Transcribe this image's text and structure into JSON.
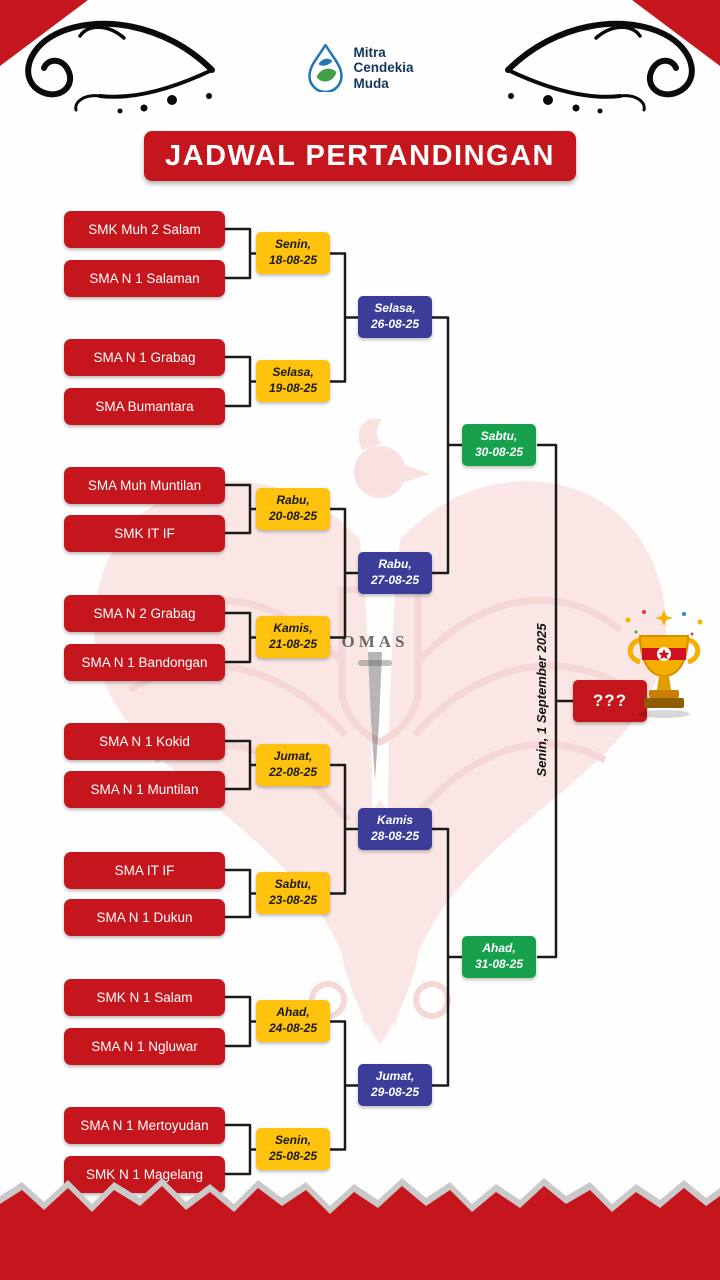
{
  "brand": {
    "logo_line1": "Mitra",
    "logo_line2": "Cendekia",
    "logo_line3": "Muda"
  },
  "title": "JADWAL PERTANDINGAN",
  "bracket": {
    "round1": [
      {
        "team1": "SMK Muh 2 Salam",
        "team2": "SMA N 1 Salaman",
        "day": "Senin,",
        "date": "18-08-25"
      },
      {
        "team1": "SMA N 1 Grabag",
        "team2": "SMA Bumantara",
        "day": "Selasa,",
        "date": "19-08-25"
      },
      {
        "team1": "SMA Muh Muntilan",
        "team2": "SMK IT IF",
        "day": "Rabu,",
        "date": "20-08-25"
      },
      {
        "team1": "SMA N 2 Grabag",
        "team2": "SMA N 1 Bandongan",
        "day": "Kamis,",
        "date": "21-08-25"
      },
      {
        "team1": "SMA N 1 Kokid",
        "team2": "SMA N 1 Muntilan",
        "day": "Jumat,",
        "date": "22-08-25"
      },
      {
        "team1": "SMA IT IF",
        "team2": "SMA N 1 Dukun",
        "day": "Sabtu,",
        "date": "23-08-25"
      },
      {
        "team1": "SMK N 1 Salam",
        "team2": "SMA N 1 Ngluwar",
        "day": "Ahad,",
        "date": "24-08-25"
      },
      {
        "team1": "SMA N 1 Mertoyudan",
        "team2": "SMK N 1 Magelang",
        "day": "Senin,",
        "date": "25-08-25"
      }
    ],
    "round2": [
      {
        "day": "Selasa,",
        "date": "26-08-25"
      },
      {
        "day": "Rabu,",
        "date": "27-08-25"
      },
      {
        "day": "Kamis",
        "date": "28-08-25"
      },
      {
        "day": "Jumat,",
        "date": "29-08-25"
      }
    ],
    "semifinal": [
      {
        "day": "Sabtu,",
        "date": "30-08-25"
      },
      {
        "day": "Ahad,",
        "date": "31-08-25"
      }
    ],
    "final": {
      "schedule_label": "Senin, 1 September 2025",
      "winner_placeholder": "???"
    }
  },
  "watermark": {
    "fragment_text": "OMAS"
  },
  "colors": {
    "red": "#C5161D",
    "yellow": "#FFC20E",
    "blue": "#3B3D99",
    "green": "#18A14C"
  }
}
